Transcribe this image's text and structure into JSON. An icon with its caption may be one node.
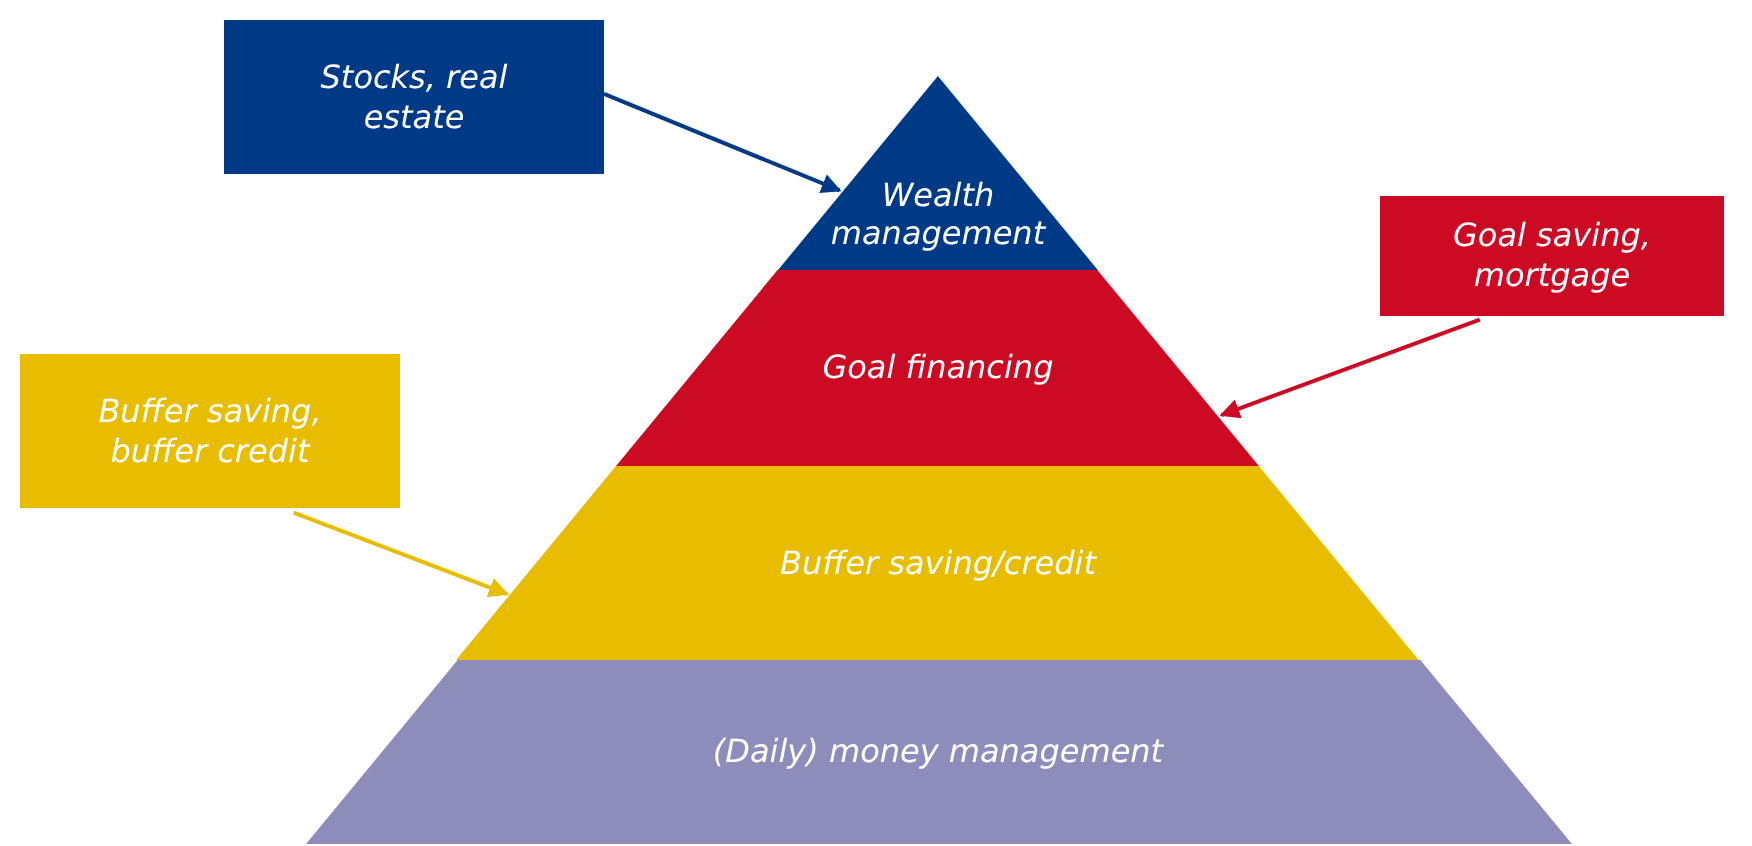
{
  "diagram": {
    "nodes": [
      {
        "text": [
          "Stocks, real estate"
        ]
      },
      {
        "text": [
          "Wealth management"
        ]
      },
      {
        "text": [
          "Goal financing"
        ]
      },
      {
        "text": [
          "Goal saving, mortgage"
        ]
      },
      {
        "text": [
          "Buffer saving, buffer credit"
        ]
      },
      {
        "text": [
          "Buffer saving/credit"
        ]
      },
      {
        "text": [
          "(Daily) money management"
        ]
      }
    ],
    "edges": [
      {
        "from": 0,
        "to": 1,
        "arrow": "to",
        "color": "#003a87"
      },
      {
        "from": 3,
        "to": 2,
        "arrow": "to",
        "color": "#cc0a23"
      },
      {
        "from": 4,
        "to": 5,
        "arrow": "to",
        "color": "#e8bd00"
      }
    ]
  }
}
